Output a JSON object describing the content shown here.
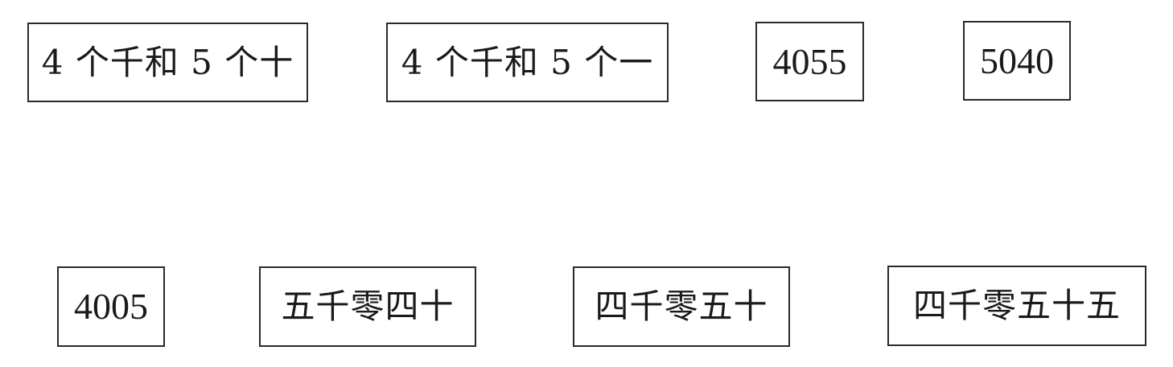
{
  "top_row": [
    {
      "text": "4 个千和 5 个十"
    },
    {
      "text": "4 个千和 5 个一"
    },
    {
      "text": "4055"
    },
    {
      "text": "5040"
    }
  ],
  "bottom_row": [
    {
      "text": "4005"
    },
    {
      "text": "五千零四十"
    },
    {
      "text": "四千零五十"
    },
    {
      "text": "四千零五十五"
    }
  ]
}
